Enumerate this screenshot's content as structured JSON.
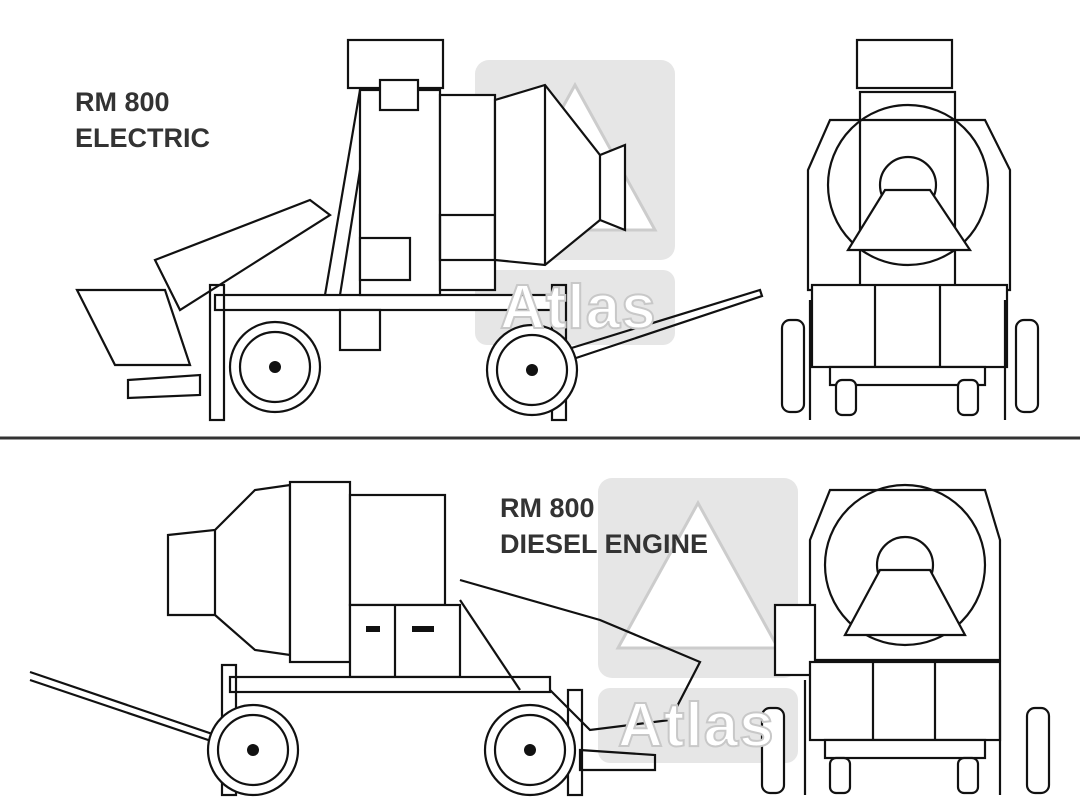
{
  "top_model": {
    "line1": "RM 800",
    "line2": "ELECTRIC"
  },
  "bottom_model": {
    "line1": "RM 800",
    "line2": "DIESEL ENGINE"
  },
  "watermark": "Atlas",
  "colors": {
    "line": "#111111",
    "label": "#333333",
    "watermark": "#e0e0e0",
    "divider": "#333333"
  }
}
